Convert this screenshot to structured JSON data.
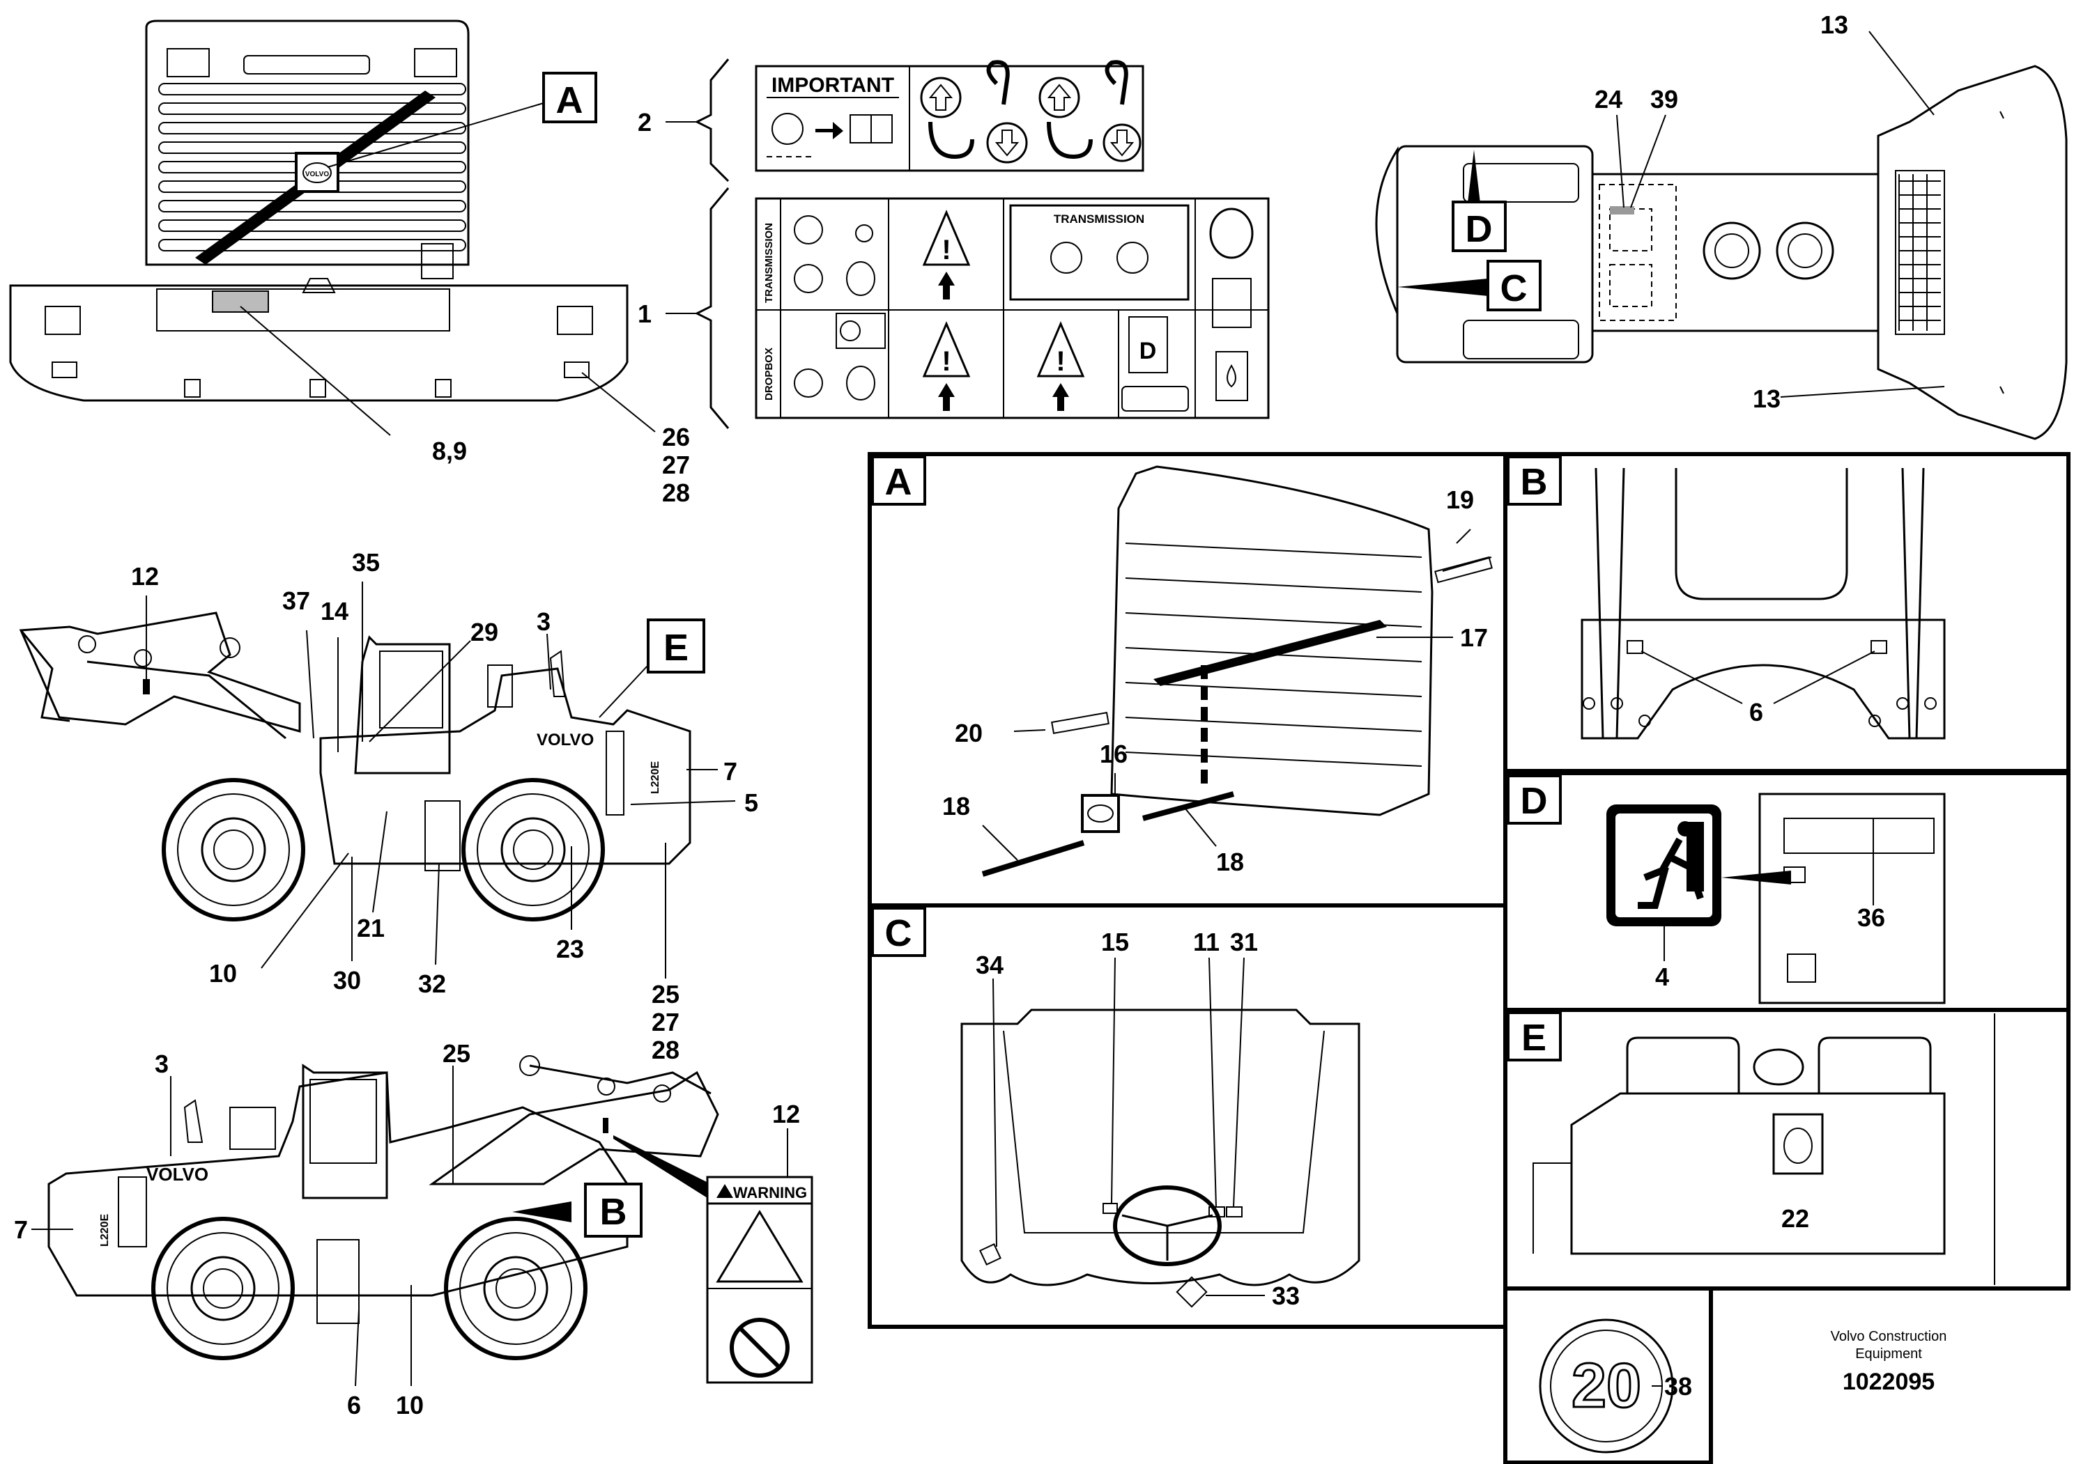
{
  "callouts": {
    "A": "A",
    "B": "B",
    "C": "C",
    "D": "D",
    "E": "E"
  },
  "front_view": {
    "refs": {
      "r8_9": "8,9",
      "r26": "26",
      "r27": "27",
      "r28": "28"
    },
    "badge": "VOLVO"
  },
  "decals": {
    "r1": "1",
    "r2": "2",
    "important": "IMPORTANT",
    "transmission_vertical": "TRANSMISSION",
    "dropbox_vertical": "DROPBOX",
    "transmission_box": "TRANSMISSION",
    "fuel_letter": "D"
  },
  "top_view": {
    "refs": {
      "r13a": "13",
      "r13b": "13",
      "r24": "24",
      "r39": "39"
    }
  },
  "side_view_left": {
    "refs": {
      "r12": "12",
      "r37": "37",
      "r14": "14",
      "r35": "35",
      "r29": "29",
      "r3": "3",
      "r7": "7",
      "r5": "5",
      "r10": "10",
      "r30": "30",
      "r21": "21",
      "r32": "32",
      "r23": "23",
      "r25": "25",
      "r27": "27",
      "r28": "28"
    },
    "brand": "VOLVO",
    "model": "L220E"
  },
  "side_view_right": {
    "refs": {
      "r3": "3",
      "r25": "25",
      "r7": "7",
      "r6": "6",
      "r10": "10",
      "r12": "12"
    },
    "brand": "VOLVO",
    "model": "L220E",
    "warning": "WARNING"
  },
  "detail_A": {
    "refs": {
      "r19": "19",
      "r17": "17",
      "r20": "20",
      "r16": "16",
      "r18a": "18",
      "r18b": "18"
    }
  },
  "detail_B": {
    "refs": {
      "r6": "6"
    }
  },
  "detail_C": {
    "refs": {
      "r34": "34",
      "r15": "15",
      "r11": "11",
      "r31": "31",
      "r33": "33"
    }
  },
  "detail_D": {
    "refs": {
      "r4": "4",
      "r36": "36"
    }
  },
  "detail_E": {
    "refs": {
      "r22": "22"
    }
  },
  "speed_sign": {
    "value": "20",
    "ref": "38"
  },
  "footer": {
    "company_line1": "Volvo Construction",
    "company_line2": "Equipment",
    "doc_number": "1022095"
  }
}
